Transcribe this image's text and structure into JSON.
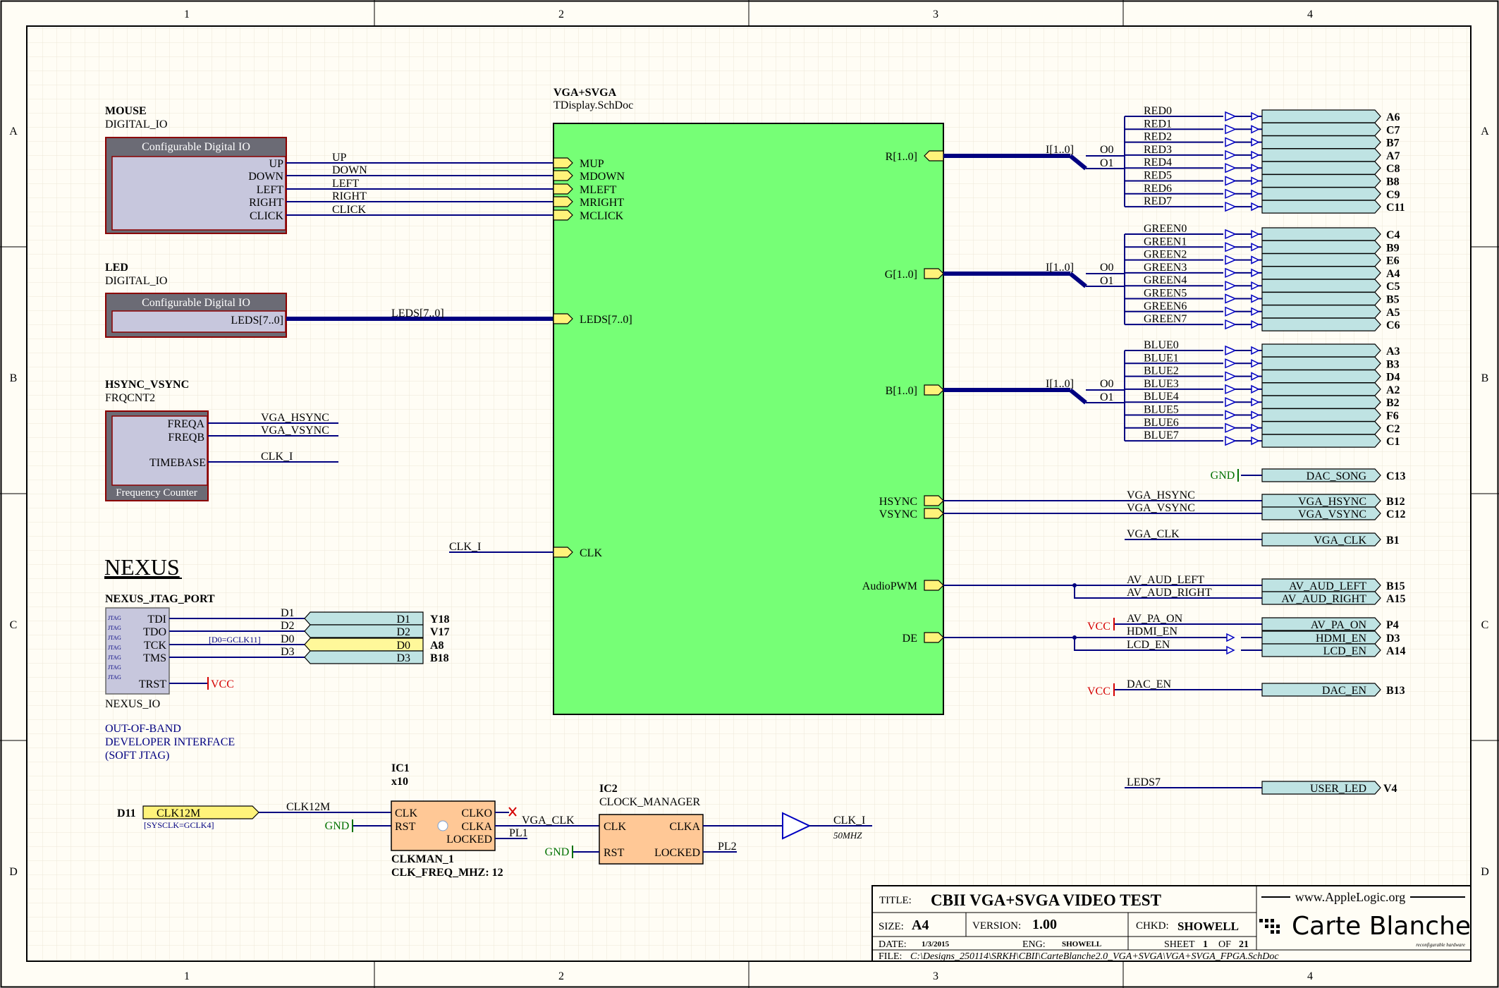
{
  "border": {
    "cols": [
      "1",
      "2",
      "3",
      "4"
    ],
    "rows": [
      "A",
      "B",
      "C",
      "D"
    ]
  },
  "mouse": {
    "designator": "MOUSE",
    "comment": "DIGITAL_IO",
    "title": "Configurable Digital IO",
    "pins": [
      "UP",
      "DOWN",
      "LEFT",
      "RIGHT",
      "CLICK"
    ],
    "nets": [
      "UP",
      "DOWN",
      "LEFT",
      "RIGHT",
      "CLICK"
    ]
  },
  "led": {
    "designator": "LED",
    "comment": "DIGITAL_IO",
    "title": "Configurable Digital IO",
    "pin": "LEDS[7..0]",
    "net": "LEDS[7..0]"
  },
  "freq": {
    "designator": "HSYNC_VSYNC",
    "comment": "FRQCNT2",
    "title": "Frequency Counter",
    "pins": [
      "FREQA",
      "FREQB",
      "TIMEBASE"
    ],
    "nets": [
      "VGA_HSYNC",
      "VGA_VSYNC",
      "CLK_I"
    ]
  },
  "nexus": {
    "heading": "NEXUS",
    "designator": "NEXUS_JTAG_PORT",
    "comment": "NEXUS_IO",
    "pins": [
      "TDI",
      "TDO",
      "TCK",
      "TMS",
      "TRST"
    ],
    "jtag_labels": [
      "JTAG",
      "JTAG",
      "JTAG",
      "JTAG",
      "JTAG",
      "JTAG",
      "JTAG"
    ],
    "nets": [
      "D1",
      "D2",
      "D0",
      "D3"
    ],
    "ports": [
      "D1",
      "D2",
      "D0",
      "D3"
    ],
    "pins_loc": [
      "Y18",
      "V17",
      "A8",
      "B18"
    ],
    "note": "[D0=GCLK11]",
    "vcc": "VCC",
    "desc": [
      "OUT-OF-BAND",
      "DEVELOPER INTERFACE",
      "(SOFT JTAG)"
    ]
  },
  "sheet": {
    "designator": "VGA+SVGA",
    "file": "TDisplay.SchDoc",
    "left_ports": [
      "MUP",
      "MDOWN",
      "MLEFT",
      "MRIGHT",
      "MCLICK",
      "LEDS[7..0]",
      "CLK"
    ],
    "right_ports": [
      "R[1..0]",
      "G[1..0]",
      "B[1..0]",
      "HSYNC",
      "VSYNC",
      "AudioPWM",
      "DE"
    ],
    "clk_net": "CLK_I"
  },
  "rgb": {
    "bus_in": "I[1..0]",
    "o0": "O0",
    "o1": "O1",
    "red": [
      "RED0",
      "RED1",
      "RED2",
      "RED3",
      "RED4",
      "RED5",
      "RED6",
      "RED7"
    ],
    "red_pins": [
      "A6",
      "C7",
      "B7",
      "A7",
      "C8",
      "B8",
      "C9",
      "C11"
    ],
    "green": [
      "GREEN0",
      "GREEN1",
      "GREEN2",
      "GREEN3",
      "GREEN4",
      "GREEN5",
      "GREEN6",
      "GREEN7"
    ],
    "green_pins": [
      "C4",
      "B9",
      "E6",
      "A4",
      "C5",
      "B5",
      "A5",
      "C6"
    ],
    "blue": [
      "BLUE0",
      "BLUE1",
      "BLUE2",
      "BLUE3",
      "BLUE4",
      "BLUE5",
      "BLUE6",
      "BLUE7"
    ],
    "blue_pins": [
      "A3",
      "B3",
      "D4",
      "A2",
      "B2",
      "F6",
      "C2",
      "C1"
    ]
  },
  "right_ports": {
    "gnd": "GND",
    "dac_song": "DAC_SONG",
    "dac_song_pin": "C13",
    "hsync_net": "VGA_HSYNC",
    "hsync": "VGA_HSYNC",
    "hsync_pin": "B12",
    "vsync_net": "VGA_VSYNC",
    "vsync": "VGA_VSYNC",
    "vsync_pin": "C12",
    "clk_net": "VGA_CLK",
    "clk": "VGA_CLK",
    "clk_pin": "B1",
    "audl_net": "AV_AUD_LEFT",
    "audl": "AV_AUD_LEFT",
    "audl_pin": "B15",
    "audr_net": "AV_AUD_RIGHT",
    "audr": "AV_AUD_RIGHT",
    "audr_pin": "A15",
    "vcc": "VCC",
    "paon_net": "AV_PA_ON",
    "paon": "AV_PA_ON",
    "paon_pin": "P4",
    "hdmi_net": "HDMI_EN",
    "hdmi": "HDMI_EN",
    "hdmi_pin": "D3",
    "lcd_net": "LCD_EN",
    "lcd": "LCD_EN",
    "lcd_pin": "A14",
    "dac_en_net": "DAC_EN",
    "dac_en": "DAC_EN",
    "dac_en_pin": "B13",
    "leds7_net": "LEDS7",
    "user_led": "USER_LED",
    "user_led_pin": "V4"
  },
  "clock": {
    "d11": "D11",
    "clk_port": "CLK12M",
    "sysclk_note": "[SYSCLK=GCLK4]",
    "clk_net": "CLK12M",
    "gnd": "GND",
    "ic1": "IC1",
    "ic1_mult": "x10",
    "ic1_pins": [
      "CLK",
      "RST",
      "CLKO",
      "CLKA",
      "LOCKED"
    ],
    "ic1_name": "CLKMAN_1",
    "ic1_param": "CLK_FREQ_MHZ: 12",
    "vga_clk_net": "VGA_CLK",
    "pl1": "PL1",
    "ic2": "IC2",
    "ic2_comment": "CLOCK_MANAGER",
    "ic2_pins": [
      "CLK",
      "RST",
      "CLKA",
      "LOCKED"
    ],
    "pl2": "PL2",
    "clki": "CLK_I",
    "freq": "50MHZ"
  },
  "title_block": {
    "title_label": "TITLE:",
    "title": "CBII VGA+SVGA VIDEO TEST",
    "size_label": "SIZE:",
    "size": "A4",
    "version_label": "VERSION:",
    "version": "1.00",
    "chkd_label": "CHKD:",
    "chkd": "SHOWELL",
    "date_label": "DATE:",
    "date": "1/3/2015",
    "eng_label": "ENG:",
    "eng": "SHOWELL",
    "sheet_label": "SHEET",
    "sheet_num": "1",
    "of": "OF",
    "sheet_total": "21",
    "file_label": "FILE:",
    "file": "C:\\Designs_250114\\SRKH\\CBII\\CarteBlanche2.0_VGA+SVGA\\VGA+SVGA_FPGA.SchDoc",
    "logo_site": "www.AppleLogic.org",
    "logo_brand": "Carte Blanche",
    "logo_tag": "reconfigurable hardware"
  }
}
